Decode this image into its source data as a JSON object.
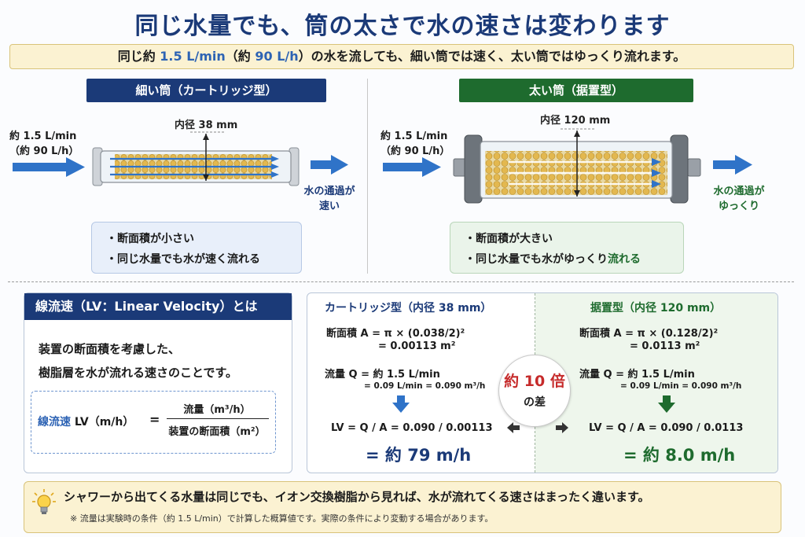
{
  "title": "同じ水量でも、筒の太さで水の速さは変わります",
  "subtitle": {
    "p1": "同じ約 ",
    "v1": "1.5 L/min",
    "p2": "（約 ",
    "v2": "90 L/h",
    "p3": "）の水を流しても、細い筒では速く、太い筒ではゆっくり流れます。"
  },
  "left": {
    "header": "細い筒（カートリッジ型）",
    "diameter": "内径 38 mm",
    "inflow1": "約 1.5 L/min",
    "inflow2": "（約 90 L/h）",
    "outflow1": "水の通過が",
    "outflow2": "速い",
    "notes": [
      "・断面積が小さい",
      "・同じ水量でも水が速く流れる"
    ],
    "accent": "#1b3a78"
  },
  "right": {
    "header": "太い筒（据置型）",
    "diameter": "内径 120 mm",
    "inflow1": "約 1.5 L/min",
    "inflow2": "（約 90 L/h）",
    "outflow1": "水の通過が",
    "outflow2": "ゆっくり",
    "notes": [
      "・断面積が大きい",
      "・同じ水量でも水がゆっくり",
      "流れる"
    ],
    "accent": "#1e6b2e"
  },
  "lv": {
    "header": "線流速（LV：Linear Velocity）とは",
    "desc1": "装置の断面積を考慮した、",
    "desc2": "樹脂層を水が流れる速さのことです。",
    "label": "線流速",
    "unit": " LV（m/h）",
    "eq": "=",
    "numerator": "流量（m³/h）",
    "denominator": "装置の断面積（m²）"
  },
  "calc": {
    "left": {
      "title": "カートリッジ型（内径 38 mm）",
      "area1": "断面積 A = π × (0.038/2)²",
      "area2": "= 0.00113 m²",
      "flow1": "流量 Q = 約 1.5 L/min",
      "flow2": "= 0.09 L/min = 0.090 m³/h",
      "lv": "LV = Q / A = 0.090 / 0.00113",
      "result": "= 約 79 m/h"
    },
    "right": {
      "title": "据置型（内径 120 mm）",
      "area1": "断面積 A = π × (0.128/2)²",
      "area2": "= 0.0113 m²",
      "flow1": "流量 Q = 約 1.5 L/min",
      "flow2": "= 0.09 L/min = 0.090 m³/h",
      "lv": "LV = Q / A = 0.090 / 0.0113",
      "result": "= 約 8.0 m/h"
    },
    "diff1": "約 10 倍",
    "diff2": "の差"
  },
  "bottom": {
    "main": "シャワーから出てくる水量は同じでも、イオン交換樹脂から見れば、水が流れてくる速さはまったく違います。",
    "note": "※ 流量は実験時の条件（約 1.5 L/min）で計算した概算値です。実際の条件により変動する場合があります。",
    "icon": "lightbulb-icon"
  }
}
